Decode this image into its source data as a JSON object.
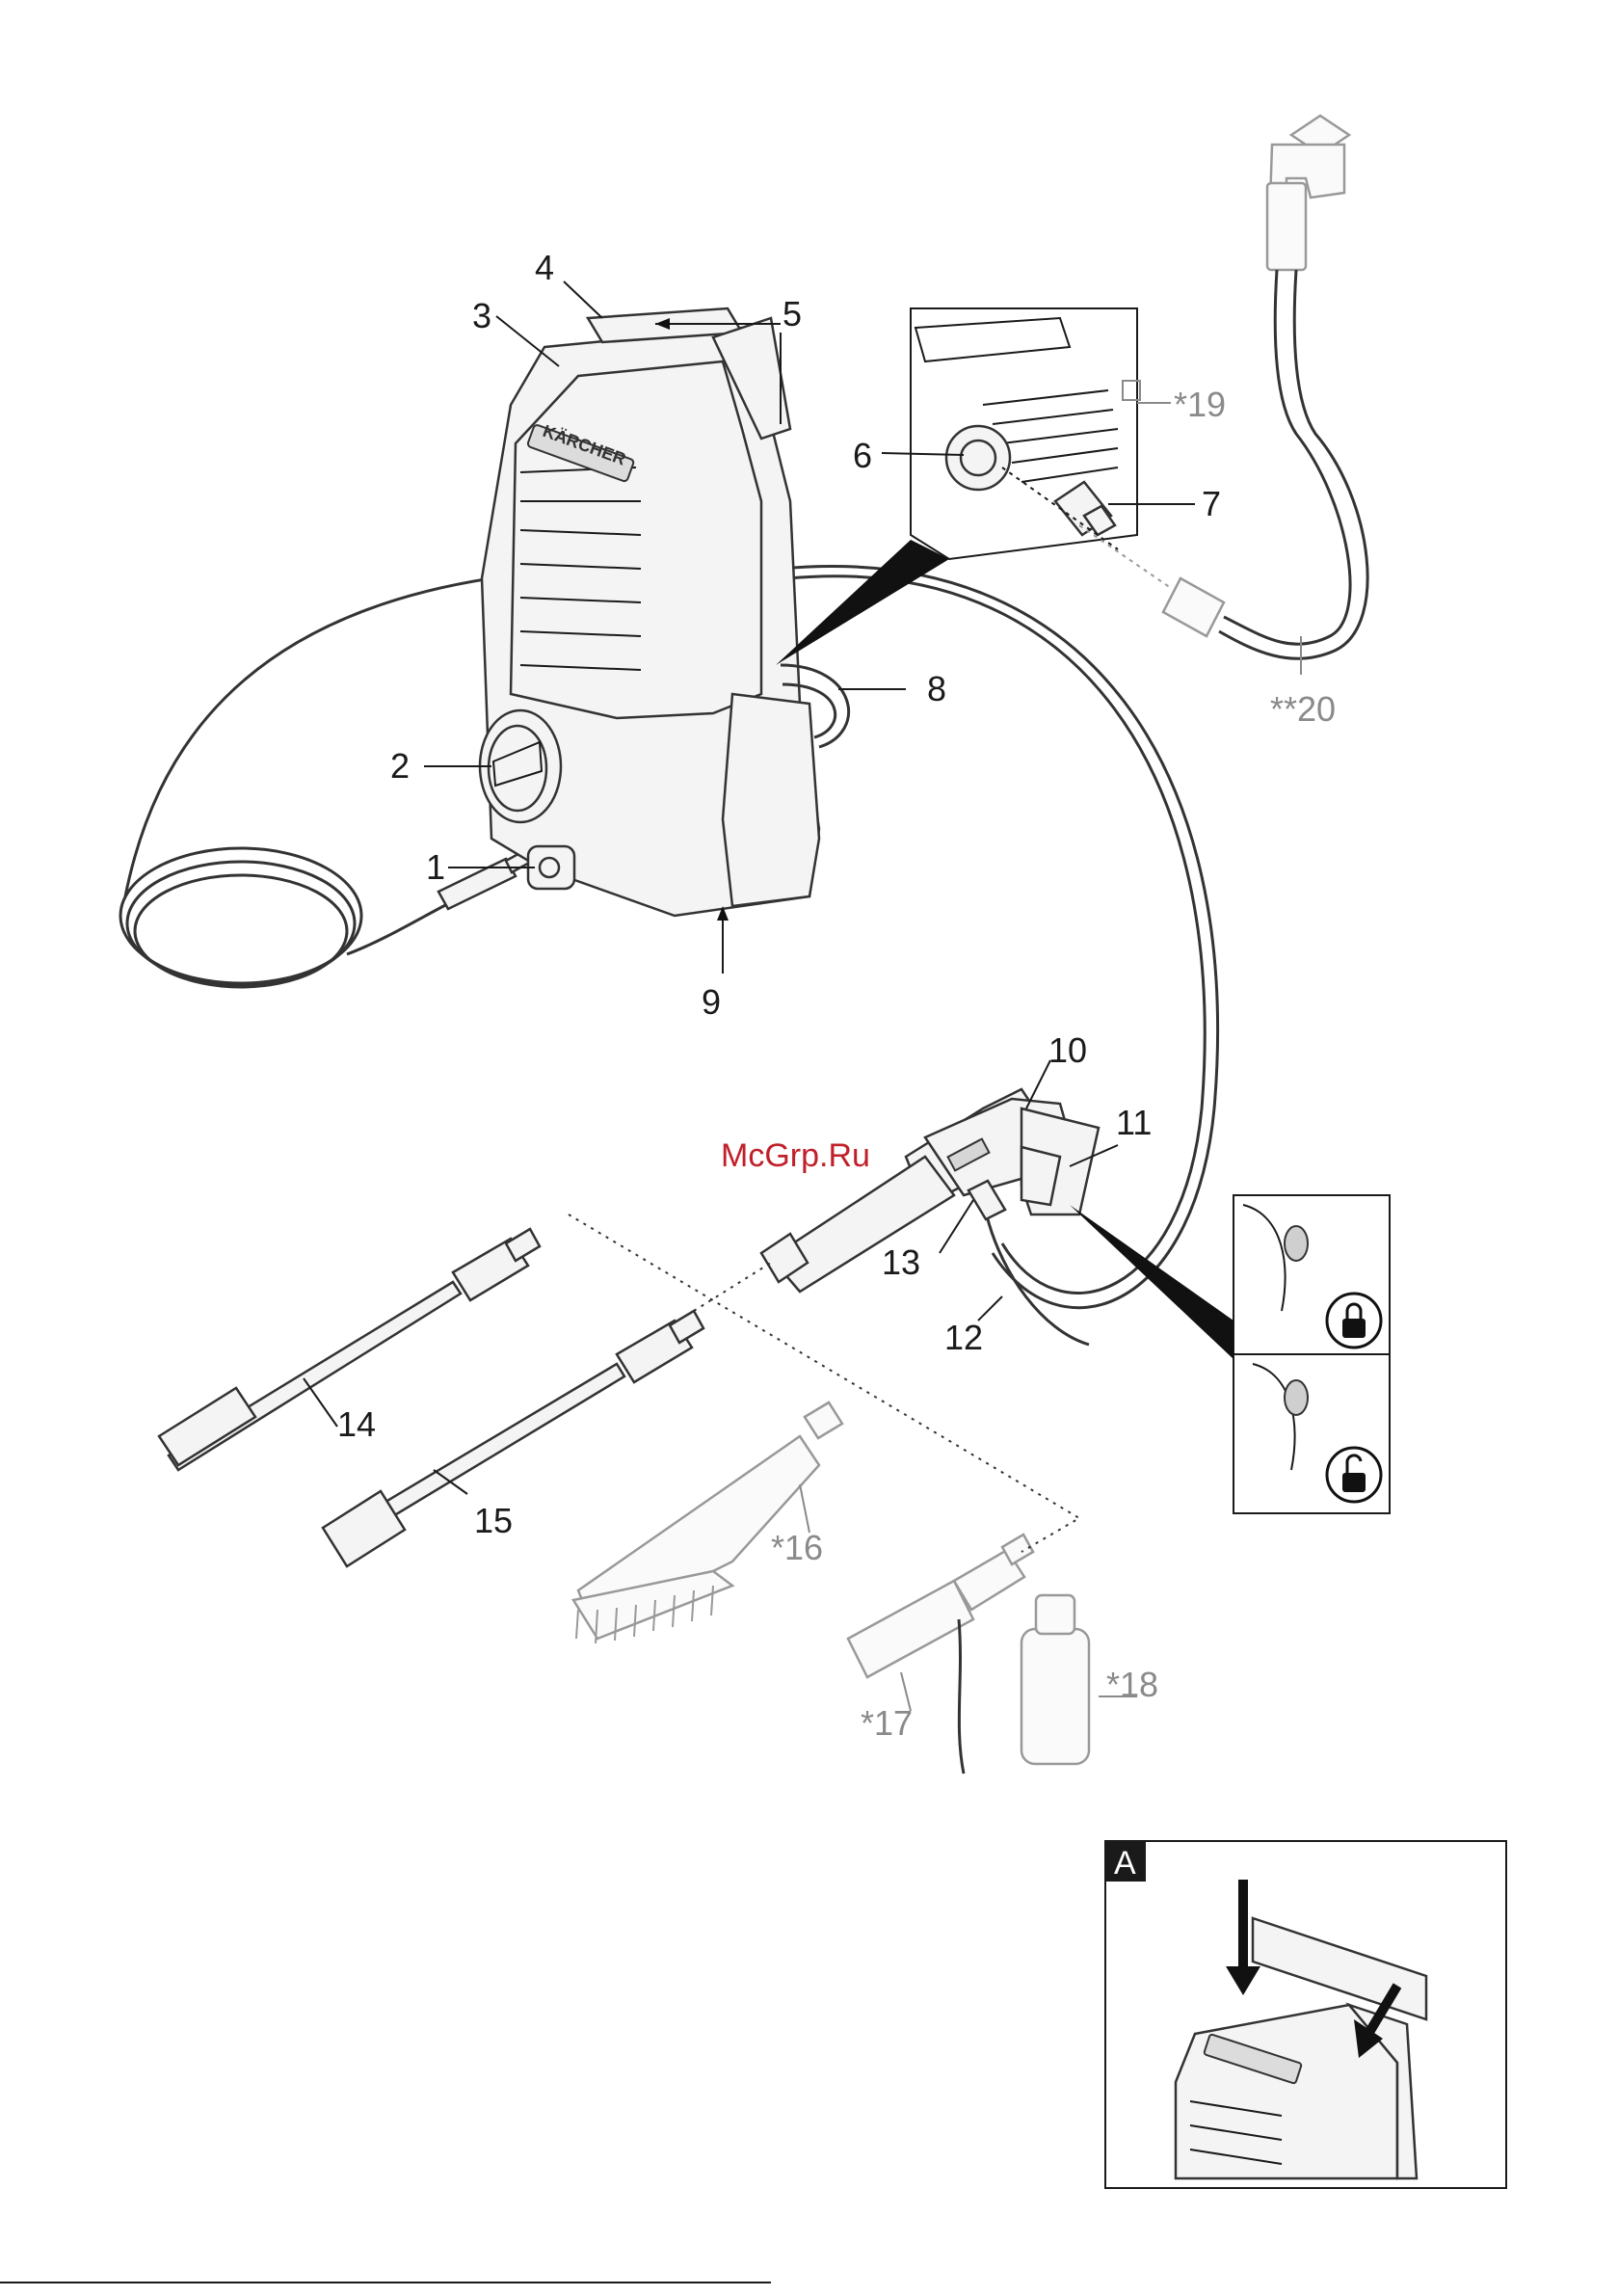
{
  "diagram": {
    "labels": [
      {
        "id": "1",
        "text": "1",
        "optional": false
      },
      {
        "id": "2",
        "text": "2",
        "optional": false
      },
      {
        "id": "3",
        "text": "3",
        "optional": false
      },
      {
        "id": "4",
        "text": "4",
        "optional": false
      },
      {
        "id": "5",
        "text": "5",
        "optional": false
      },
      {
        "id": "6",
        "text": "6",
        "optional": false
      },
      {
        "id": "7",
        "text": "7",
        "optional": false
      },
      {
        "id": "8",
        "text": "8",
        "optional": false
      },
      {
        "id": "9",
        "text": "9",
        "optional": false
      },
      {
        "id": "10",
        "text": "10",
        "optional": false
      },
      {
        "id": "11",
        "text": "11",
        "optional": false
      },
      {
        "id": "12",
        "text": "12",
        "optional": false
      },
      {
        "id": "13",
        "text": "13",
        "optional": false
      },
      {
        "id": "14",
        "text": "14",
        "optional": false
      },
      {
        "id": "15",
        "text": "15",
        "optional": false
      },
      {
        "id": "16",
        "text": "*16",
        "optional": true
      },
      {
        "id": "17",
        "text": "*17",
        "optional": true
      },
      {
        "id": "18",
        "text": "*18",
        "optional": true
      },
      {
        "id": "19",
        "text": "*19",
        "optional": true
      },
      {
        "id": "20",
        "text": "**20",
        "optional": true
      }
    ],
    "watermark": "McGrp.Ru",
    "brand_text": "KÄRCHER",
    "inset_a_letter": "A",
    "colors": {
      "line": "#1a1a1a",
      "optional": "#8a8a8a",
      "watermark": "#c0202a"
    }
  }
}
